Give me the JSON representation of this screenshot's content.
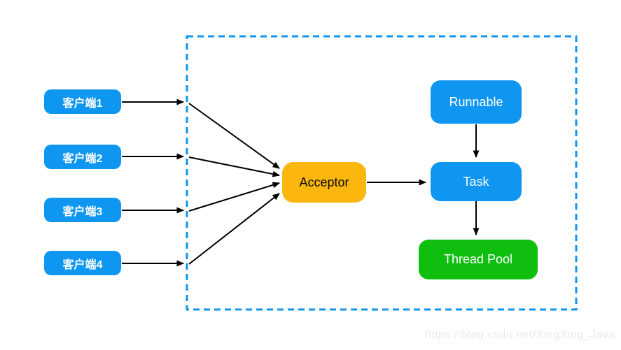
{
  "diagram": {
    "nodes": {
      "client1": {
        "label": "客户端1"
      },
      "client2": {
        "label": "客户端2"
      },
      "client3": {
        "label": "客户端3"
      },
      "client4": {
        "label": "客户端4"
      },
      "acceptor": {
        "label": "Acceptor"
      },
      "runnable": {
        "label": "Runnable"
      },
      "task": {
        "label": "Task"
      },
      "thread_pool": {
        "label": "Thread Pool"
      }
    },
    "edges": [
      "client1 -> boundary",
      "client2 -> boundary",
      "client3 -> boundary",
      "client4 -> boundary",
      "boundary -> acceptor (x4)",
      "acceptor -> task",
      "runnable -> task",
      "task -> thread_pool"
    ],
    "colors": {
      "node_blue": "#0E96F0",
      "node_orange": "#FBB70D",
      "node_green": "#0FBE0F",
      "dashed_border": "#0E96F0",
      "arrow_black": "#000000",
      "watermark_gray": "#E9E9EE"
    },
    "watermark": "https://blog.csdn.net/XingXing_Java"
  }
}
